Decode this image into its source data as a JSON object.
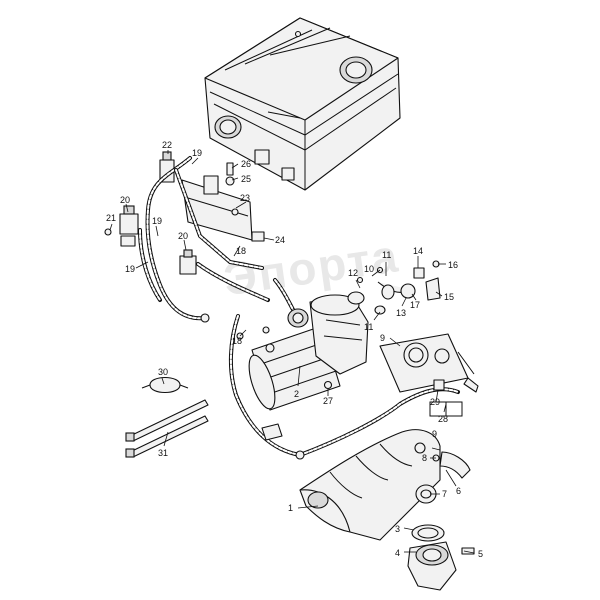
{
  "diagram": {
    "watermark": "Эпорта",
    "callouts": [
      {
        "id": "c1",
        "text": "1"
      },
      {
        "id": "c2",
        "text": "2"
      },
      {
        "id": "c3",
        "text": "3"
      },
      {
        "id": "c4",
        "text": "4"
      },
      {
        "id": "c5",
        "text": "5"
      },
      {
        "id": "c6",
        "text": "6"
      },
      {
        "id": "c7",
        "text": "7"
      },
      {
        "id": "c8",
        "text": "8"
      },
      {
        "id": "c9a",
        "text": "9"
      },
      {
        "id": "c9b",
        "text": "9"
      },
      {
        "id": "c10",
        "text": "10"
      },
      {
        "id": "c11a",
        "text": "11"
      },
      {
        "id": "c11b",
        "text": "11"
      },
      {
        "id": "c12",
        "text": "12"
      },
      {
        "id": "c13",
        "text": "13"
      },
      {
        "id": "c14",
        "text": "14"
      },
      {
        "id": "c15",
        "text": "15"
      },
      {
        "id": "c16",
        "text": "16"
      },
      {
        "id": "c17",
        "text": "17"
      },
      {
        "id": "c18a",
        "text": "18"
      },
      {
        "id": "c18b",
        "text": "18"
      },
      {
        "id": "c19a",
        "text": "19"
      },
      {
        "id": "c19b",
        "text": "19"
      },
      {
        "id": "c19c",
        "text": "19"
      },
      {
        "id": "c20a",
        "text": "20"
      },
      {
        "id": "c20b",
        "text": "20"
      },
      {
        "id": "c21",
        "text": "21"
      },
      {
        "id": "c22",
        "text": "22"
      },
      {
        "id": "c23",
        "text": "23"
      },
      {
        "id": "c24",
        "text": "24"
      },
      {
        "id": "c25",
        "text": "25"
      },
      {
        "id": "c26",
        "text": "26"
      },
      {
        "id": "c27",
        "text": "27"
      },
      {
        "id": "c28",
        "text": "28"
      },
      {
        "id": "c29",
        "text": "29"
      },
      {
        "id": "c30",
        "text": "30"
      },
      {
        "id": "c31",
        "text": "31"
      }
    ]
  }
}
